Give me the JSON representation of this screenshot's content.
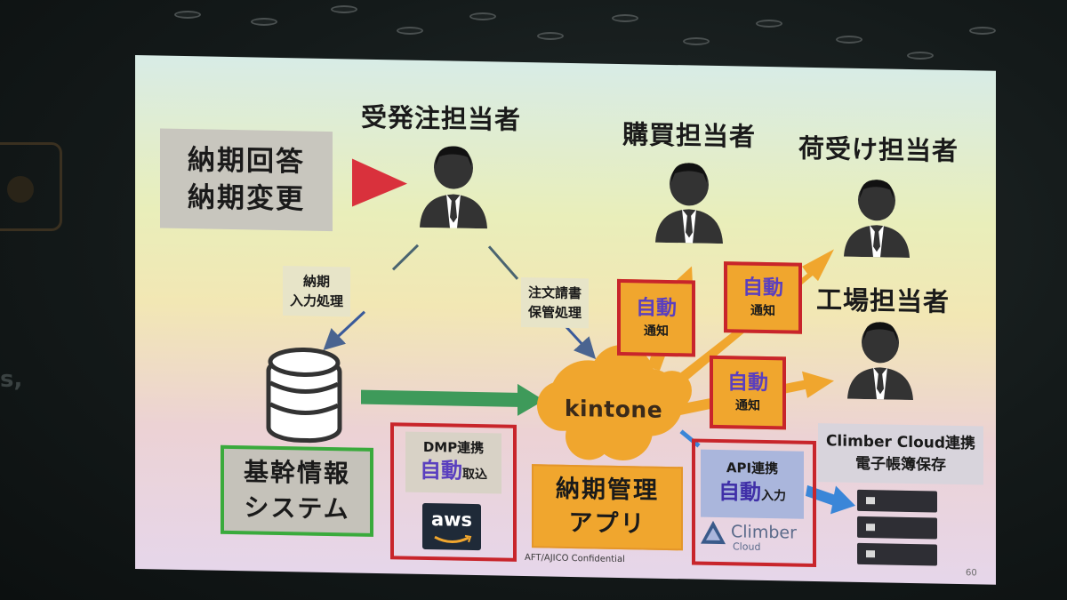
{
  "roles": {
    "order": "受発注担当者",
    "purchasing": "購買担当者",
    "receiving": "荷受け担当者",
    "factory": "工場担当者"
  },
  "delivery_box": {
    "line1": "納期回答",
    "line2": "納期変更"
  },
  "labels": {
    "input": {
      "line1": "納期",
      "line2": "入力処理"
    },
    "order_doc": {
      "line1": "注文請書",
      "line2": "保管処理"
    }
  },
  "auto_notify": [
    {
      "big": "自動",
      "small": "通知"
    },
    {
      "big": "自動",
      "small": "通知"
    },
    {
      "big": "自動",
      "small": "通知"
    }
  ],
  "kintone": "kintone",
  "core_system": {
    "line1": "基幹情報",
    "line2": "システム"
  },
  "dmp": {
    "line1": "DMP連携",
    "auto": "自動",
    "suffix": "取込",
    "aws": "aws"
  },
  "app": {
    "line1": "納期管理",
    "line2": "アプリ"
  },
  "api": {
    "line1": "API連携",
    "auto": "自動",
    "suffix": "入力"
  },
  "climber": {
    "word": "Climber",
    "sub": "Cloud"
  },
  "storage": {
    "line1": "Climber Cloud連携",
    "line2": "電子帳簿保存"
  },
  "footer": "AFT/AJICO Confidential",
  "page_number": "60",
  "side_fragment": "s,",
  "icons": [
    "person-icon",
    "database-icon",
    "cloud-icon",
    "server-icon",
    "play-triangle-icon",
    "climber-logo-icon"
  ],
  "colors": {
    "triangle": "#d9313c",
    "arrow_orange": "#f0a62e",
    "arrow_green": "#3e9a5a",
    "arrow_blue": "#3a6fd8",
    "frame_red": "#c8252b",
    "frame_green": "#3aaa3c"
  }
}
